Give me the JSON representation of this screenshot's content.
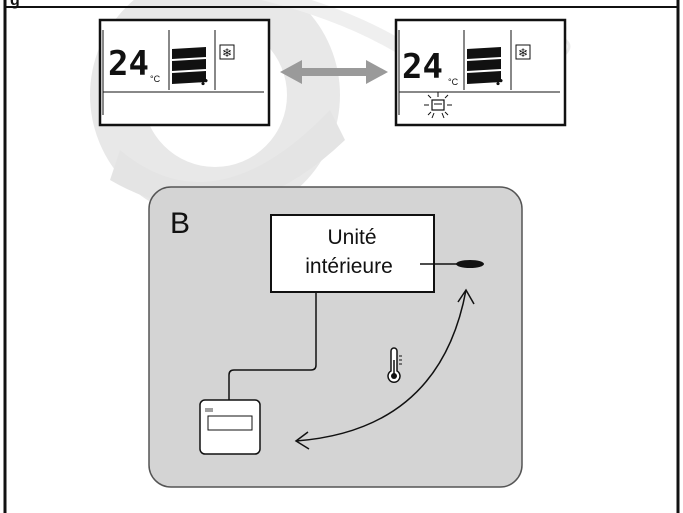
{
  "header": {
    "title": "g"
  },
  "displays": {
    "left": {
      "temperature": "24",
      "unit": "°C"
    },
    "right": {
      "temperature": "24",
      "unit": "°C"
    }
  },
  "panel_b": {
    "letter": "B",
    "unit_label_line1": "Unité",
    "unit_label_line2": "intérieure"
  },
  "colors": {
    "panel_fill": "#d4d4d4",
    "watermark": "#cfcfcf",
    "arrow_grey": "#9a9a9a"
  }
}
